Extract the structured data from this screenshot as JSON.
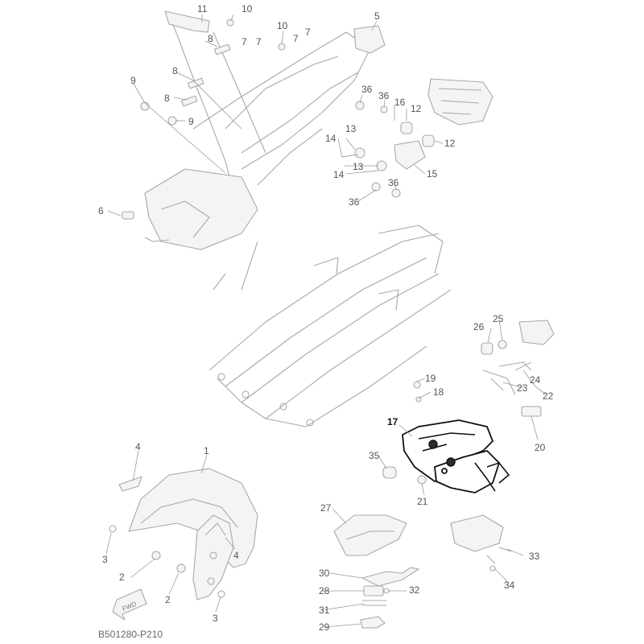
{
  "diagram": {
    "reference_code": "B501280-P210",
    "highlighted_part": "17",
    "fwd_label": "FWD",
    "callouts": [
      {
        "id": "11",
        "label": "11"
      },
      {
        "id": "10a",
        "label": "10"
      },
      {
        "id": "10b",
        "label": "10"
      },
      {
        "id": "5",
        "label": "5"
      },
      {
        "id": "8a",
        "label": "8"
      },
      {
        "id": "7a",
        "label": "7"
      },
      {
        "id": "7b",
        "label": "7"
      },
      {
        "id": "7c",
        "label": "7"
      },
      {
        "id": "7d",
        "label": "7"
      },
      {
        "id": "9a",
        "label": "9"
      },
      {
        "id": "8b",
        "label": "8"
      },
      {
        "id": "8c",
        "label": "8"
      },
      {
        "id": "9b",
        "label": "9"
      },
      {
        "id": "36a",
        "label": "36"
      },
      {
        "id": "36b",
        "label": "36"
      },
      {
        "id": "16",
        "label": "16"
      },
      {
        "id": "12a",
        "label": "12"
      },
      {
        "id": "13a",
        "label": "13"
      },
      {
        "id": "14a",
        "label": "14"
      },
      {
        "id": "12b",
        "label": "12"
      },
      {
        "id": "13b",
        "label": "13"
      },
      {
        "id": "14b",
        "label": "14"
      },
      {
        "id": "15",
        "label": "15"
      },
      {
        "id": "6",
        "label": "6"
      },
      {
        "id": "36c",
        "label": "36"
      },
      {
        "id": "36d",
        "label": "36"
      },
      {
        "id": "26",
        "label": "26"
      },
      {
        "id": "25",
        "label": "25"
      },
      {
        "id": "24",
        "label": "24"
      },
      {
        "id": "23",
        "label": "23"
      },
      {
        "id": "22",
        "label": "22"
      },
      {
        "id": "19",
        "label": "19"
      },
      {
        "id": "18",
        "label": "18"
      },
      {
        "id": "17",
        "label": "17"
      },
      {
        "id": "20",
        "label": "20"
      },
      {
        "id": "35",
        "label": "35"
      },
      {
        "id": "21",
        "label": "21"
      },
      {
        "id": "4a",
        "label": "4"
      },
      {
        "id": "1",
        "label": "1"
      },
      {
        "id": "27",
        "label": "27"
      },
      {
        "id": "4b",
        "label": "4"
      },
      {
        "id": "33",
        "label": "33"
      },
      {
        "id": "3a",
        "label": "3"
      },
      {
        "id": "2a",
        "label": "2"
      },
      {
        "id": "34",
        "label": "34"
      },
      {
        "id": "30",
        "label": "30"
      },
      {
        "id": "28",
        "label": "28"
      },
      {
        "id": "32",
        "label": "32"
      },
      {
        "id": "2b",
        "label": "2"
      },
      {
        "id": "31",
        "label": "31"
      },
      {
        "id": "3b",
        "label": "3"
      },
      {
        "id": "29",
        "label": "29"
      }
    ]
  }
}
